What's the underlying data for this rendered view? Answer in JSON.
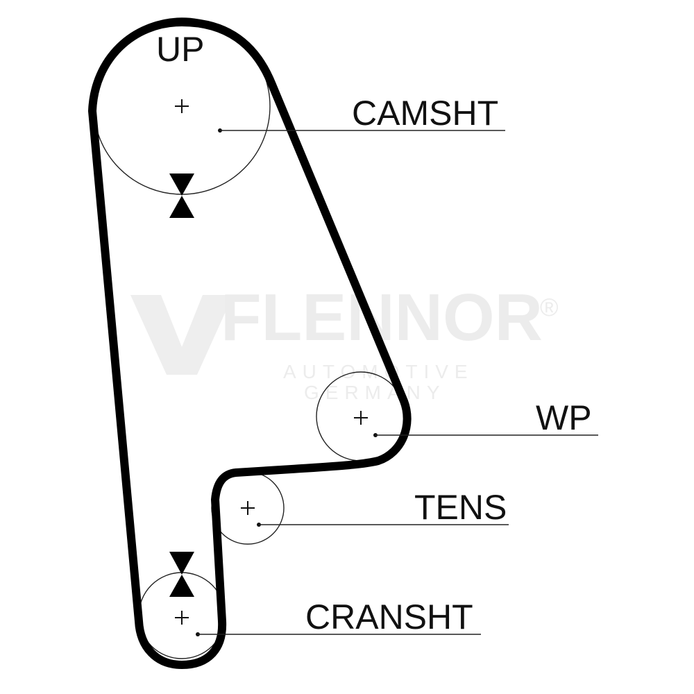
{
  "watermark": {
    "brand": "FLENNOR",
    "registered": "®",
    "line1": "AUTOMOTIVE",
    "line2": "GERMANY"
  },
  "labels": {
    "up": "UP",
    "camshaft": "CAMSHT",
    "water_pump": "WP",
    "tensioner": "TENS",
    "crankshaft": "CRANSHT"
  },
  "colors": {
    "belt": "#000000",
    "pulley_outline": "#222222",
    "watermark": "#ececec"
  }
}
